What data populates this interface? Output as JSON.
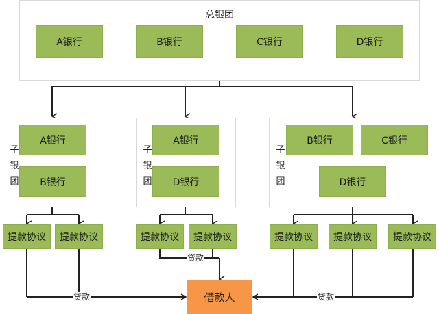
{
  "main_group": {
    "title": "总银团",
    "banks": [
      "A银行",
      "B银行",
      "C银行",
      "D银行"
    ]
  },
  "sub_groups": [
    {
      "label": "子银团",
      "banks": [
        "A银行",
        "B银行"
      ]
    },
    {
      "label": "子银团",
      "banks": [
        "A银行",
        "D银行"
      ]
    },
    {
      "label": "子银团",
      "banks": [
        "B银行",
        "C银行",
        "D银行"
      ]
    }
  ],
  "agreements": [
    "提款协议",
    "提款协议",
    "提款协议",
    "提款协议",
    "提款协议",
    "提款协议",
    "提款协议"
  ],
  "loan_labels": [
    "贷款",
    "贷款",
    "贷款"
  ],
  "borrower": "借款人",
  "colors": {
    "bank": "#9bbb59",
    "borrower": "#f79646",
    "line": "#222222"
  }
}
